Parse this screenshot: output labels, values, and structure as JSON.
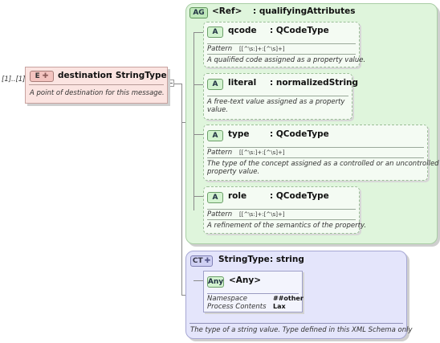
{
  "cardinality": "[1]..[1]",
  "element": {
    "badge": "E",
    "name": "destination",
    "type": ": StringType",
    "description": "A point of destination for this message."
  },
  "group": {
    "badge": "AG",
    "name": "<Ref>",
    "type": ": qualifyingAttributes",
    "attributes": [
      {
        "badge": "A",
        "name": "qcode",
        "type": ": QCodeType",
        "pattern_label": "Pattern",
        "pattern": "[[^\\s:]+:[^\\s]+]",
        "description": "A qualified code assigned as a property value."
      },
      {
        "badge": "A",
        "name": "literal",
        "type": ": normalizedString",
        "description_line1": "A free-text value assigned as a property",
        "description_line2": "value."
      },
      {
        "badge": "A",
        "name": "type",
        "type": ": QCodeType",
        "pattern_label": "Pattern",
        "pattern": "[[^\\s:]+:[^\\s]+]",
        "description_line1": "The type of the concept assigned as a controlled or an uncontrolled",
        "description_line2": "property value."
      },
      {
        "badge": "A",
        "name": "role",
        "type": ": QCodeType",
        "pattern_label": "Pattern",
        "pattern": "[[^\\s:]+:[^\\s]+]",
        "description": "A refinement of the semantics of the property."
      }
    ]
  },
  "complex_type": {
    "badge": "CT",
    "name": "StringType",
    "type": ": string",
    "any": {
      "badge": "Any",
      "name": "<Any>",
      "namespace_label": "Namespace",
      "namespace_value": "##other",
      "process_label": "Process Contents",
      "process_value": "Lax"
    },
    "description": "The type of a string value. Type defined in this XML Schema only"
  },
  "colors": {
    "element_fill": "#fbe4e1",
    "group_fill": "#dff5dc",
    "complex_type_fill": "#e4e5fb"
  }
}
